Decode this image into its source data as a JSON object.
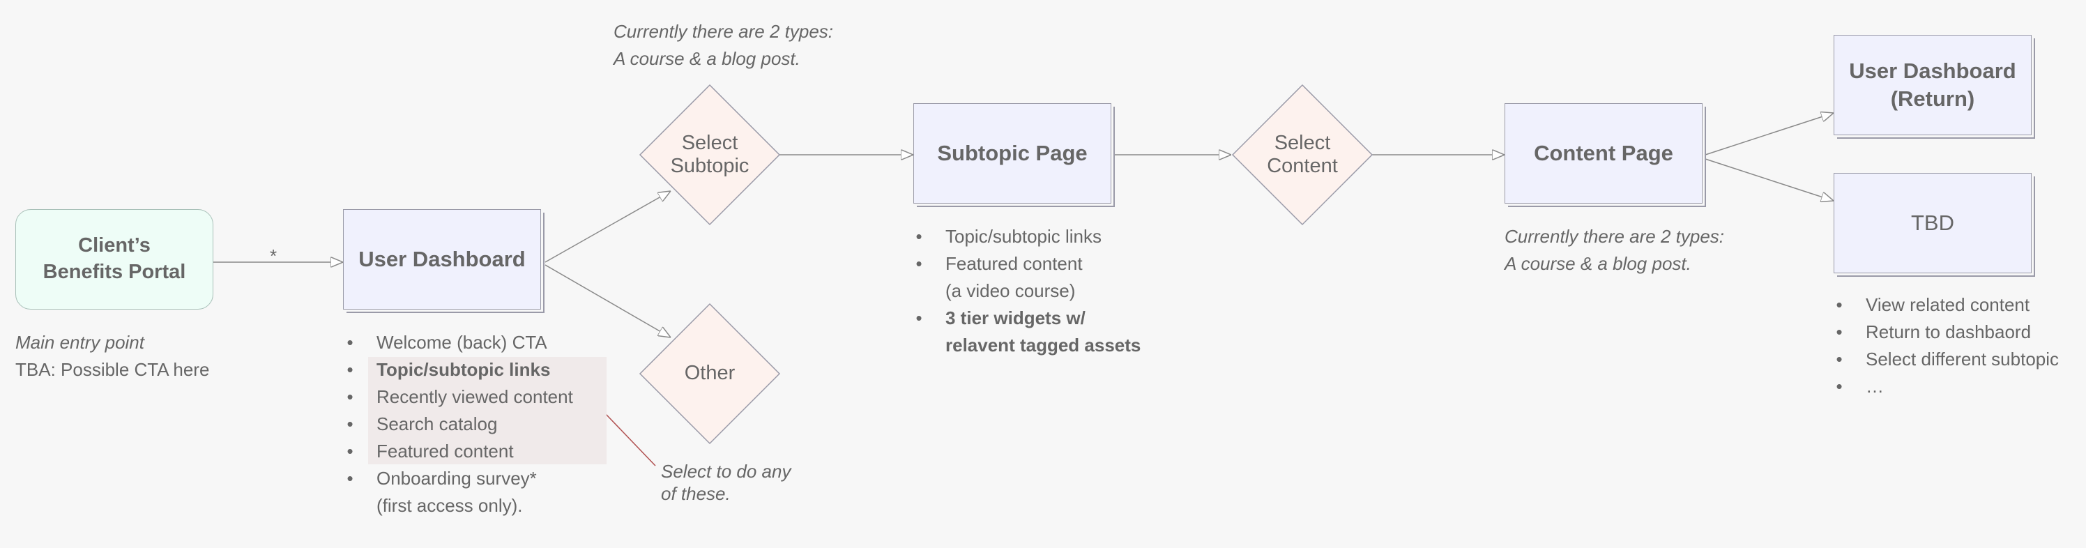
{
  "nodes": {
    "portal": "Client’s\nBenefits Portal",
    "dashboard": "User Dashboard",
    "select_subtopic": "Select\nSubtopic",
    "other": "Other",
    "subtopic_page": "Subtopic Page",
    "select_content": "Select\nContent",
    "content_page": "Content Page",
    "dashboard_return": "User Dashboard\n(Return)",
    "tbd": "TBD"
  },
  "edge_label_star": "*",
  "notes": {
    "portal_entry": "Main entry point",
    "portal_tba": "TBA: Possible CTA here",
    "types_top_1": "Currently there are 2 types:",
    "types_top_2": "A course & a blog post.",
    "types_mid_1": "Currently there are 2 types:",
    "types_mid_2": "A course & a blog post.",
    "select_any_1": "Select to do any",
    "select_any_2": "of these."
  },
  "bullet_glyph": "•",
  "dashboard_bullets": [
    {
      "text": "Welcome (back) CTA",
      "bold": false
    },
    {
      "text": "Topic/subtopic links",
      "bold": true
    },
    {
      "text": "Recently viewed content",
      "bold": false
    },
    {
      "text": "Search catalog",
      "bold": false
    },
    {
      "text": "Featured content",
      "bold": false
    },
    {
      "text": "Onboarding survey*\n(first access only).",
      "bold": false
    }
  ],
  "subtopic_bullets": [
    {
      "text": "Topic/subtopic links",
      "bold": false
    },
    {
      "text": "Featured content\n(a video course)",
      "bold": false
    },
    {
      "text": "3 tier widgets w/\nrelavent tagged assets",
      "bold": true
    }
  ],
  "tbd_bullets": [
    {
      "text": "View related content",
      "bold": false
    },
    {
      "text": "Return to dashbaord",
      "bold": false
    },
    {
      "text": "Select different subtopic",
      "bold": false
    },
    {
      "text": "…",
      "bold": false
    }
  ],
  "colors": {
    "page_fill": "#f0f1fd",
    "start_fill": "#eefdf7",
    "decision_fill": "#fdf2ee",
    "stroke": "#9a9aa8",
    "connector": "#8a8a8a",
    "bracket": "#b05050",
    "highlight": "#f0eaea",
    "text": "#666666"
  }
}
